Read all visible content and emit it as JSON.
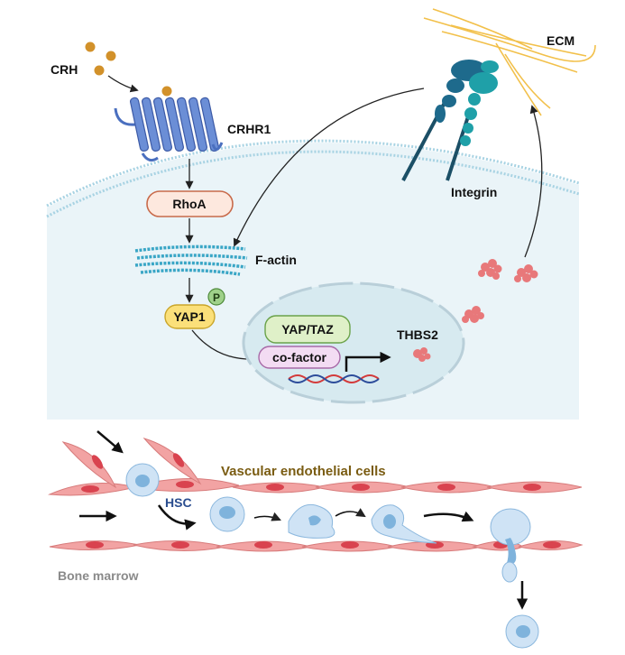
{
  "labels": {
    "crh": "CRH",
    "crhr1": "CRHR1",
    "rhoa": "RhoA",
    "factin": "F-actin",
    "phospho": "P",
    "yap1": "YAP1",
    "yaptaz": "YAP/TAZ",
    "cofactor": "co-factor",
    "thbs2": "THBS2",
    "ecm": "ECM",
    "integrin": "Integrin",
    "vascular": "Vascular endothelial cells",
    "hsc": "HSC",
    "bone_marrow": "Bone marrow"
  },
  "colors": {
    "cell_fill": "#eaf4f8",
    "membrane": "#a8d3e3",
    "receptor": "#4a6fbf",
    "rhoa_fill": "#fde8de",
    "rhoa_stroke": "#c86a4a",
    "actin": "#3aa6c6",
    "yap_fill": "#fbe07a",
    "yaptaz_fill": "#dff0c8",
    "cofactor_fill": "#f3dcf3",
    "thbs2": "#e8787a",
    "ecm": "#f2c04a",
    "integrin_dark": "#1e6a8c",
    "integrin_teal": "#1fa0a8",
    "endothelial": "#f2a3a3",
    "endo_nucleus": "#d9434f",
    "hsc_fill": "#cfe3f5",
    "hsc_nucleus": "#7fb3dc"
  }
}
